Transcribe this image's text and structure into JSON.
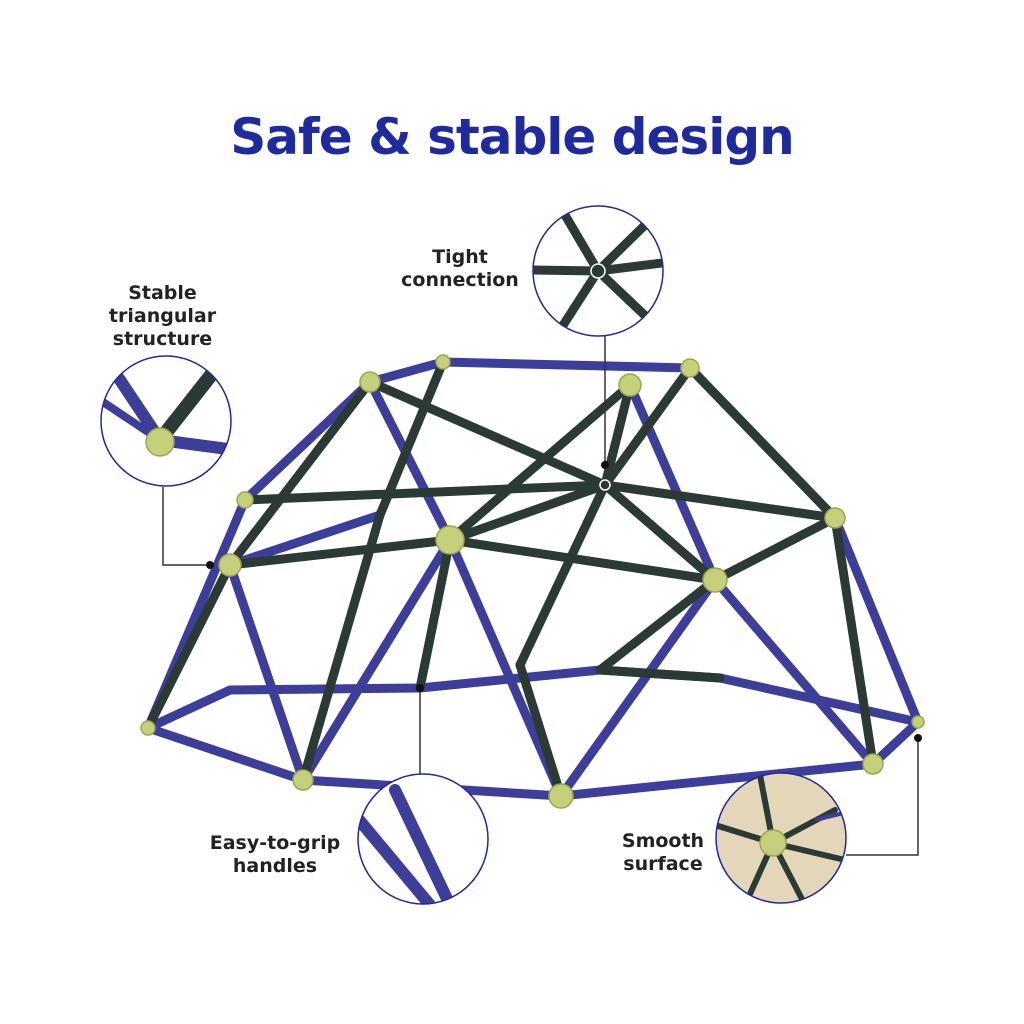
{
  "title": "Safe & stable design",
  "callouts": {
    "tight_connection": [
      "Tight",
      "connection"
    ],
    "stable_structure": [
      "Stable",
      "triangular",
      "structure"
    ],
    "easy_grip": [
      "Easy-to-grip",
      "handles"
    ],
    "smooth_surface": [
      "Smooth",
      "surface"
    ]
  },
  "colors": {
    "title": "#1f2a9e",
    "label": "#222222",
    "bar_purple": "#3d3d9a",
    "bar_dark": "#2c3a36",
    "connector": "#c5d07a",
    "sand": "#e4d6b8"
  }
}
